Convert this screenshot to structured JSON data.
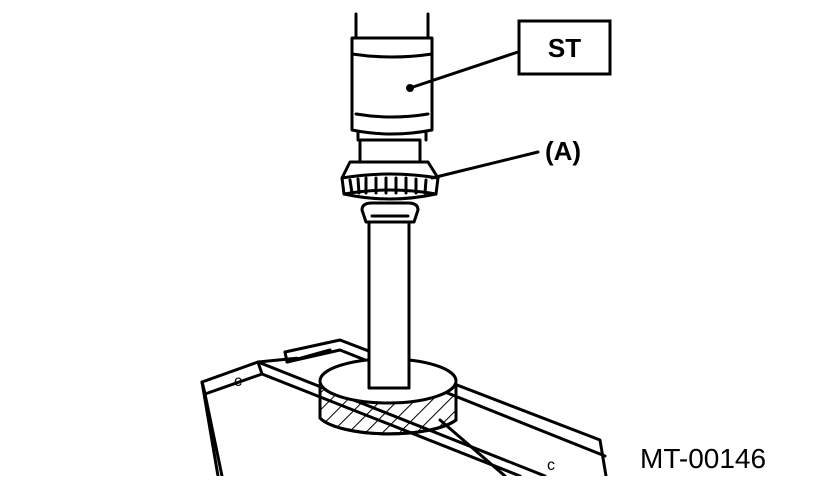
{
  "labels": {
    "st": "ST",
    "a": "(A)",
    "figure_id": "MT-00146"
  },
  "colors": {
    "line": "#000000",
    "background": "#ffffff"
  },
  "icons": {
    "tool_c_marks": "c"
  }
}
